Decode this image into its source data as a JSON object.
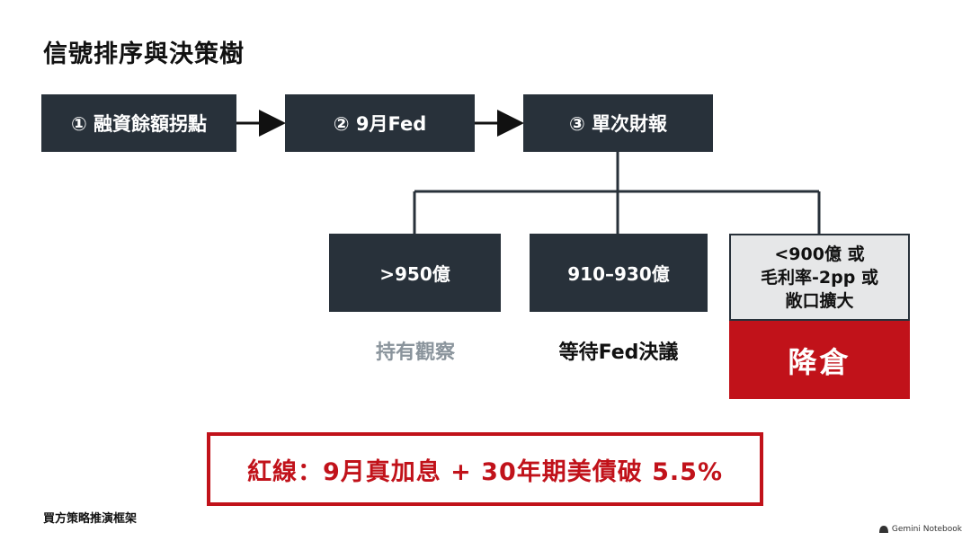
{
  "title": "信號排序與決策樹",
  "steps": [
    {
      "label": "① 融資餘額拐點"
    },
    {
      "label": "② 9月Fed"
    },
    {
      "label": "③ 單次財報"
    }
  ],
  "branches": [
    {
      "condition": "&gt;950億",
      "outcome": "持有觀察",
      "outcome_color": "#8a949c"
    },
    {
      "condition": "910–930億",
      "outcome": "等待Fed決議",
      "outcome_color": "#111111"
    },
    {
      "condition_lines": [
        "<900億 或",
        "毛利率-2pp 或",
        "敞口擴大"
      ],
      "outcome": "降倉",
      "outcome_color": "#c1121a"
    }
  ],
  "red_line": "紅線：9月真加息 + 30年期美債破 5.5%",
  "footer": "買方策略推演框架",
  "brand": "Gemini Notebook",
  "colors": {
    "dark_box": "#28313a",
    "accent_red": "#c1121a"
  }
}
